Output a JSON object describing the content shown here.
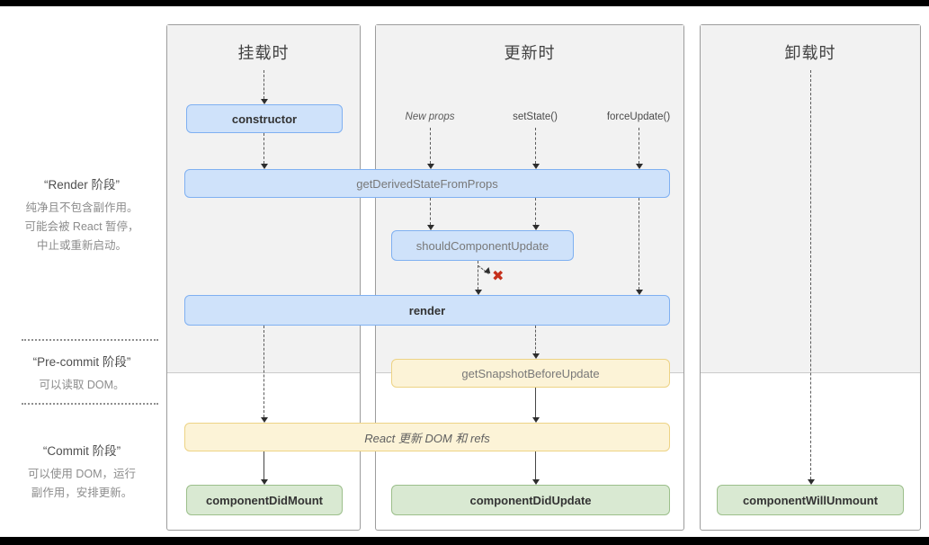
{
  "columns": {
    "mounting": {
      "title": "挂载时"
    },
    "updating": {
      "title": "更新时",
      "triggers": [
        "New props",
        "setState()",
        "forceUpdate()"
      ]
    },
    "unmounting": {
      "title": "卸载时"
    }
  },
  "phases": {
    "render_phase": {
      "title": "“Render 阶段”",
      "lines": [
        "纯净且不包含副作用。",
        "可能会被 React 暂停，",
        "中止或重新启动。"
      ]
    },
    "pre_commit": {
      "title": "“Pre-commit 阶段”",
      "lines": [
        "可以读取 DOM。"
      ]
    },
    "commit": {
      "title": "“Commit 阶段”",
      "lines": [
        "可以使用 DOM，运行",
        "副作用，安排更新。"
      ]
    }
  },
  "boxes": {
    "constructor": "constructor",
    "get_derived_state_from_props": "getDerivedStateFromProps",
    "should_component_update": "shouldComponentUpdate",
    "render": "render",
    "get_snapshot_before_update": "getSnapshotBeforeUpdate",
    "react_updates": "React 更新 DOM 和 refs",
    "component_did_mount": "componentDidMount",
    "component_did_update": "componentDidUpdate",
    "component_will_unmount": "componentWillUnmount"
  },
  "reject_mark": "✖",
  "colors": {
    "blue_fill": "#cfe2fa",
    "blue_border": "#7fb0f1",
    "yellow_fill": "#fcf3d7",
    "yellow_border": "#edd385",
    "green_fill": "#d9e9d2",
    "green_border": "#9cbf8b",
    "panel_gray": "#f2f2f2",
    "reject_red": "#c5301c"
  }
}
